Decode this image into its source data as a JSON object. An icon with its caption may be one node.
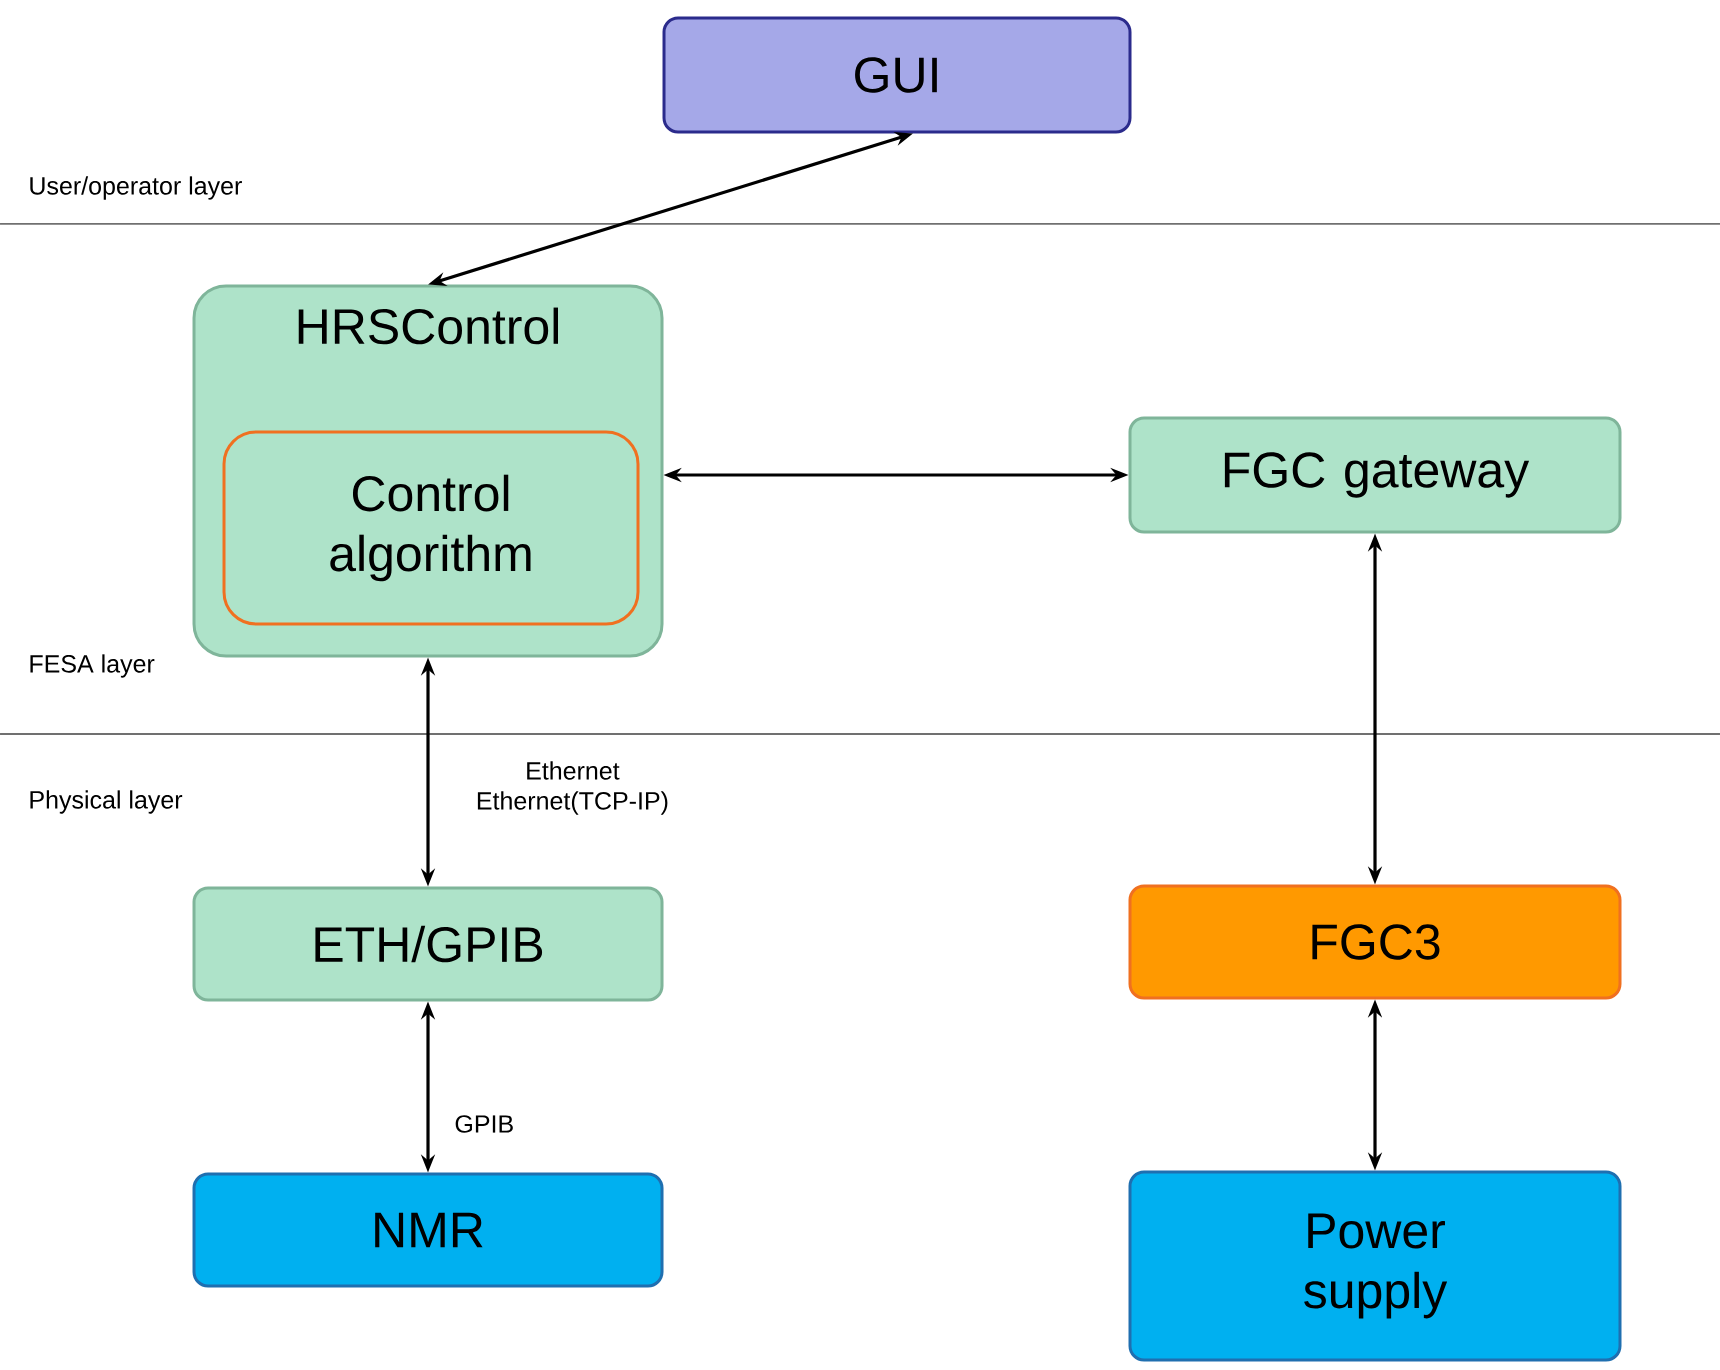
{
  "diagram": {
    "nodes": [
      {
        "text": [
          "GUI"
        ]
      },
      {
        "text": [
          "HRSControl"
        ]
      },
      {
        "text": [
          "Control algorithm"
        ],
        "in": 1
      },
      {
        "text": [
          "FGC gateway"
        ]
      },
      {
        "text": [
          "ETH/GPIB"
        ]
      },
      {
        "text": [
          "FGC3"
        ]
      },
      {
        "text": [
          "NMR"
        ]
      },
      {
        "text": [
          "Power supply"
        ]
      }
    ],
    "edges": [
      {
        "from": 0,
        "to": 1,
        "arrow": "both"
      },
      {
        "from": 1,
        "to": 3,
        "arrow": "both"
      },
      {
        "from": 1,
        "to": 4,
        "arrow": "both",
        "label": "Ethernet Ethernet(TCP-IP)"
      },
      {
        "from": 3,
        "to": 5,
        "arrow": "both"
      },
      {
        "from": 4,
        "to": 6,
        "arrow": "both",
        "label": "GPIB"
      },
      {
        "from": 5,
        "to": 7,
        "arrow": "both"
      }
    ],
    "labels": [
      "User/operator layer",
      "FESA layer",
      "Physical layer"
    ]
  }
}
